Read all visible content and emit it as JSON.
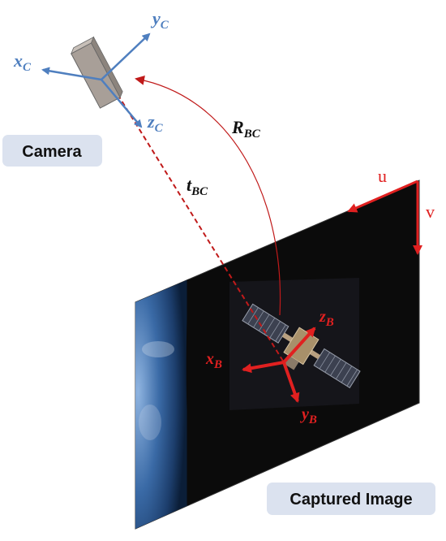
{
  "labels": {
    "camera": "Camera",
    "captured_image": "Captured Image",
    "rotation": {
      "main": "R",
      "sub": "BC"
    },
    "translation": {
      "main": "t",
      "sub": "BC"
    },
    "image_axes": {
      "u": "u",
      "v": "v"
    },
    "camera_axes": {
      "x": {
        "main": "x",
        "sub": "C"
      },
      "y": {
        "main": "y",
        "sub": "C"
      },
      "z": {
        "main": "z",
        "sub": "C"
      }
    },
    "body_axes": {
      "x": {
        "main": "x",
        "sub": "B"
      },
      "y": {
        "main": "y",
        "sub": "B"
      },
      "z": {
        "main": "z",
        "sub": "B"
      }
    }
  },
  "colors": {
    "camera_axes": "#4f7fbf",
    "body_axes": "#e02020",
    "rotation": "#c01a1a",
    "translation": "#c01a1a",
    "label_box_fill": "#dbe2ef",
    "image_plane": "#0b0b0b",
    "camera_body": "#a89f98"
  }
}
